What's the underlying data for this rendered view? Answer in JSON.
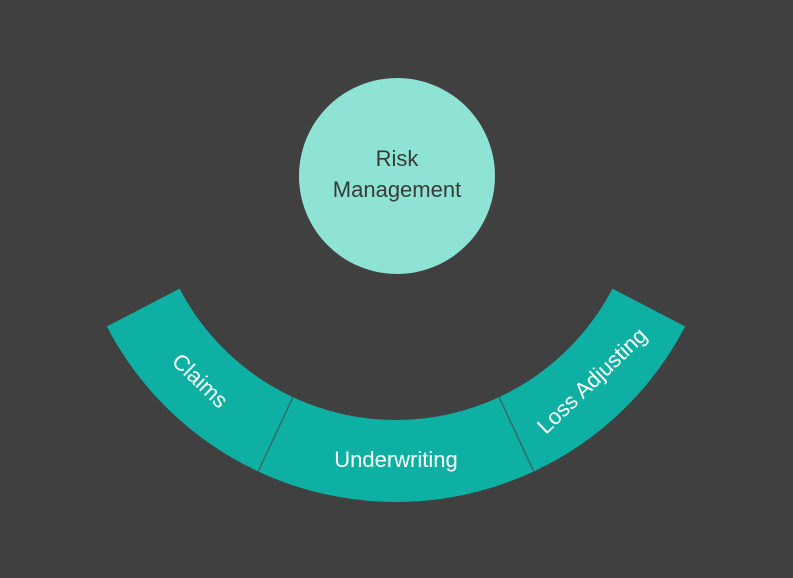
{
  "colors": {
    "background": "#404040",
    "circle_fill": "#8fe3d4",
    "circle_text": "#3a3a3a",
    "arc_fill": "#0fb0a4",
    "arc_divider": "#2f6e68",
    "segment_text": "#ffffff"
  },
  "center": {
    "line1": "Risk",
    "line2": "Management"
  },
  "segments": [
    {
      "label": "Claims"
    },
    {
      "label": "Underwriting"
    },
    {
      "label": "Loss Adjusting"
    }
  ]
}
